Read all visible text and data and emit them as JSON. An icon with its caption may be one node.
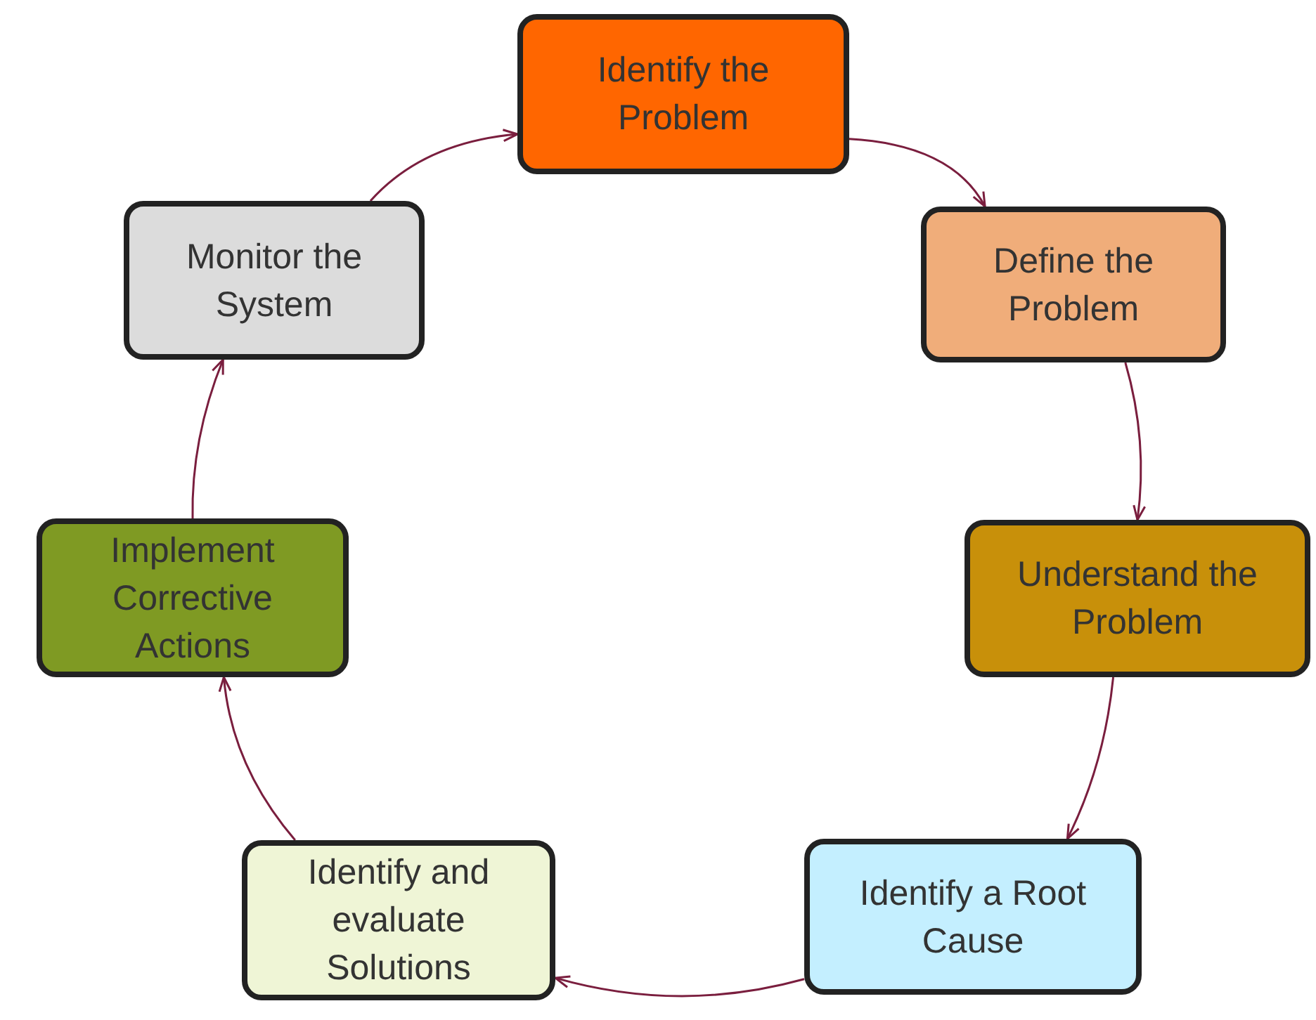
{
  "diagram": {
    "nodes": [
      {
        "text": [
          "Identify the Problem"
        ]
      },
      {
        "text": [
          "Define the Problem"
        ]
      },
      {
        "text": [
          "Understand the Problem"
        ]
      },
      {
        "text": [
          "Identify a Root Cause"
        ]
      },
      {
        "text": [
          "Identify and evaluate Solutions"
        ]
      },
      {
        "text": [
          "Implement Corrective Actions"
        ]
      },
      {
        "text": [
          "Monitor the System"
        ]
      }
    ],
    "edges": [
      {
        "from": 0,
        "to": 1,
        "arrow": "to"
      },
      {
        "from": 1,
        "to": 2,
        "arrow": "to"
      },
      {
        "from": 2,
        "to": 3,
        "arrow": "to"
      },
      {
        "from": 3,
        "to": 4,
        "arrow": "to"
      },
      {
        "from": 4,
        "to": 5,
        "arrow": "to"
      },
      {
        "from": 5,
        "to": 6,
        "arrow": "to"
      },
      {
        "from": 6,
        "to": 0,
        "arrow": "to"
      }
    ]
  }
}
